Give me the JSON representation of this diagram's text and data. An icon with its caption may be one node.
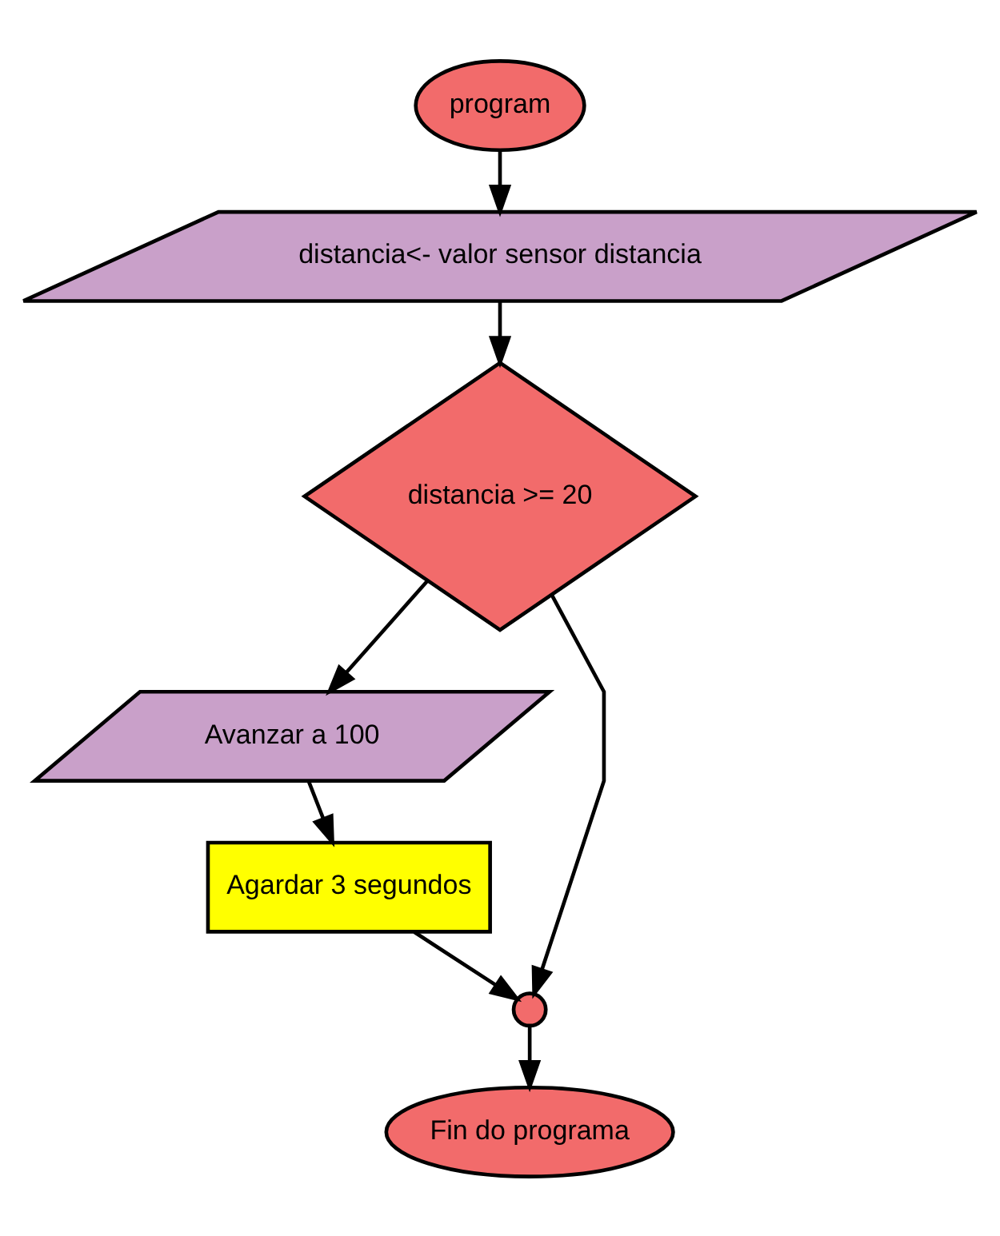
{
  "diagram": {
    "nodes": [
      {
        "text": [
          "program"
        ]
      },
      {
        "text": [
          "distancia<- valor sensor distancia"
        ]
      },
      {
        "text": [
          "distancia >= 20"
        ]
      },
      {
        "text": [
          "Avanzar a 100"
        ]
      },
      {
        "text": [
          "Agardar 3 segundos"
        ]
      },
      {
        "text": [],
        "shape": "circle"
      },
      {
        "text": [
          "Fin do programa"
        ]
      }
    ],
    "edges": [
      {
        "from": 0,
        "to": 1,
        "arrow": "to"
      },
      {
        "from": 1,
        "to": 2,
        "arrow": "to"
      },
      {
        "from": 2,
        "to": 3,
        "arrow": "to"
      },
      {
        "from": 2,
        "to": 5,
        "arrow": "to"
      },
      {
        "from": 3,
        "to": 4,
        "arrow": "to"
      },
      {
        "from": 4,
        "to": 5,
        "arrow": "to"
      },
      {
        "from": 5,
        "to": 6,
        "arrow": "to"
      }
    ]
  }
}
